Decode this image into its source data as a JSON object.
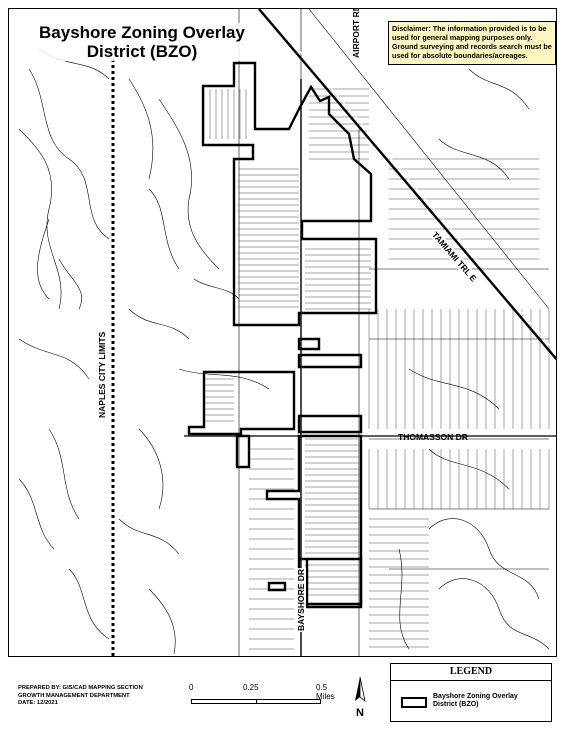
{
  "title": {
    "line1": "Bayshore Zoning Overlay",
    "line2": "District (BZO)"
  },
  "disclaimer": "Disclaimer: The information provided is to be used for general mapping purposes only. Ground surveying and records search must be used for absolute boundaries/acreages.",
  "roads": {
    "airport": "AIRPORT RD S",
    "tamiami": "TAMIAMI TRL E",
    "thomasson": "THOMASSON DR",
    "bayshore": "BAYSHORE DR",
    "city_limits": "NAPLES CITY LIMITS"
  },
  "footer": {
    "prepared_line1": "PREPARED BY: GIS/CAD MAPPING SECTION",
    "prepared_line2": "GROWTH MANAGEMENT DEPARTMENT",
    "prepared_line3": "DATE: 12/2021",
    "scale_0": "0",
    "scale_1": "0.25",
    "scale_2": "0.5 Miles",
    "north_label": "N"
  },
  "legend": {
    "title": "LEGEND",
    "item_label_1": "Bayshore Zoning Overlay",
    "item_label_2": "District (BZO)"
  },
  "colors": {
    "line": "#000000",
    "background": "#ffffff",
    "disclaimer_bg": "#fdf6c3"
  }
}
